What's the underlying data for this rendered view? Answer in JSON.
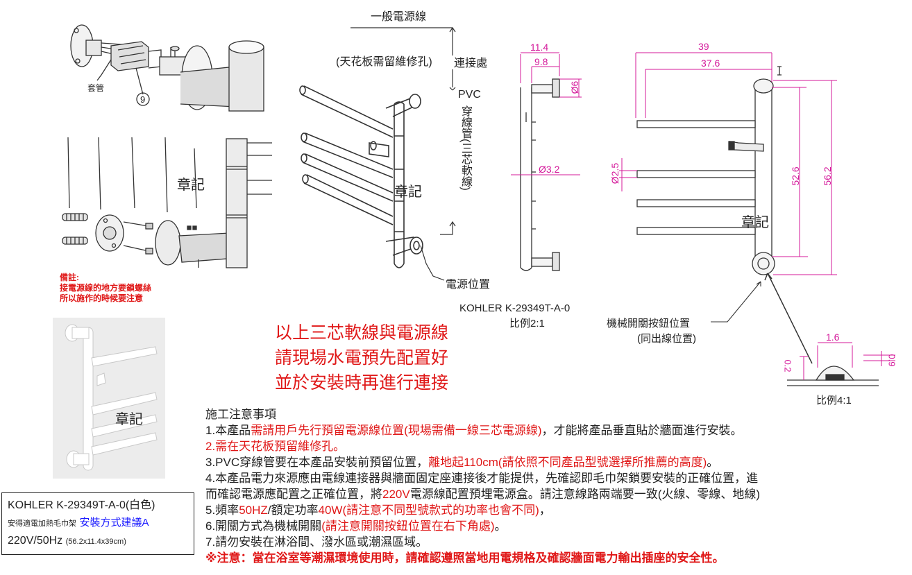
{
  "labels": {
    "general_cable": "一般電源線",
    "ceiling_note": "(天花板需留維修孔)",
    "connection_point": "連接處",
    "pvc_label": "PVC",
    "pvc_vertical": "穿線管(三芯軟線)",
    "sleeve": "套管",
    "part_number": "9",
    "stamp": "章記",
    "power_position": "電源位置",
    "remark_title": "備註:",
    "remark_line1": "接電源線的地方要鎖螺絲",
    "remark_line2": "所以施作的時候要注意",
    "model_center": "KOHLER K-29349T-A-0",
    "scale_2_1": "比例2:1",
    "switch_position": "機械開關按鈕位置",
    "switch_position_sub": "(同出線位置)",
    "scale_4_1": "比例4:1"
  },
  "red_notice": [
    "以上三芯軟線與電源線",
    "請現場水電預先配置好",
    "並於安裝時再進行連接"
  ],
  "dimensions": {
    "d_11_4": "11.4",
    "d_9_8": "9.8",
    "d_phi6": "Ø6",
    "d_phi3_2": "Ø3.2",
    "d_39": "39",
    "d_37_6": "37.6",
    "d_phi2_5": "Ø2.5",
    "d_52_6": "52.6",
    "d_56_2": "56.2",
    "d_1_6": "1.6",
    "d_0_2": "0.2",
    "d_0_9": "0.9"
  },
  "model_box": {
    "line1": "KOHLER K-29349T-A-0(白色)",
    "line2_black": "安得適電加熱毛巾架",
    "line2_blue": "安裝方式建議A",
    "line3_main": "220V/50Hz",
    "line3_small": "(56.2x11.4x39cm)"
  },
  "notes": {
    "title": "施工注意事項",
    "n1_a": "1.本產品",
    "n1_b": "需請用戶先行預留電源線位置(現場需備一線三芯電源線)",
    "n1_c": "，才能將產品垂直貼於牆面進行安裝。",
    "n2": "2.需在天花板預留維修孔。",
    "n3_a": "3.PVC穿線管要在本產品安裝前預留位置，",
    "n3_b": "離地起110cm(請依照不同產品型號選擇所推薦的高度)",
    "n3_c": "。",
    "n4_line1": "4.本產品電力來源應由電線連接器與牆面固定座連接後才能提供，先確認即毛巾架鎖要安裝的正確位置，進",
    "n4_line2_a": "而確認電源應配置之正確位置，將",
    "n4_line2_b": "220V",
    "n4_line2_c": "電源線配置預埋電源盒。請注意線路兩端要一致(火線、零線、地線)",
    "n5_a": "5.頻率",
    "n5_b": "50HZ",
    "n5_c": "/額定功率",
    "n5_d": "40W(請注意不同型號款式的功率也會不同)",
    "n5_e": "，",
    "n6_a": "6.開關方式為機械開關",
    "n6_b": "(請注意開關按鈕位置在右下角處)",
    "n6_c": "。",
    "n7": "7.請勿安裝在淋浴間、潑水區或潮濕區域。",
    "warning": "※注意：當在浴室等潮濕環境使用時，請確認遵照當地用電規格及確認牆面電力輸出插座的安全性。"
  },
  "colors": {
    "red": "#e01818",
    "blue": "#1a1aff",
    "magenta": "#d4189a",
    "line": "#333333"
  }
}
